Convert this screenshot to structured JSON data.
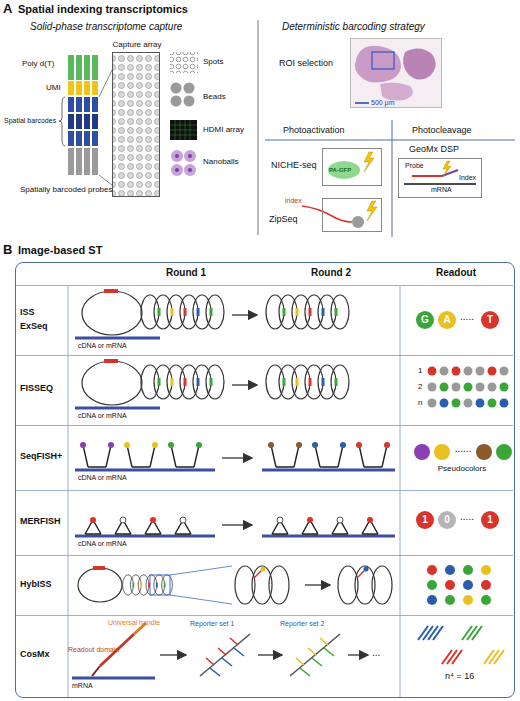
{
  "diagram": {
    "nodes": [
      {
        "text": [
          "Capture array"
        ]
      },
      {
        "text": [
          "ROI selection"
        ]
      },
      {
        "text": [
          "NICHE-seq",
          "PA-GFP"
        ]
      },
      {
        "text": [
          "ZipSeq",
          "index"
        ]
      },
      {
        "text": [
          "GeoMx DSP",
          "Probe",
          "mRNA",
          "Index"
        ]
      },
      {
        "text": [
          "Round 1",
          "Round 2",
          "Readout"
        ]
      },
      {
        "text": [
          "ISS",
          "ExSeq"
        ],
        "in": 5
      },
      {
        "text": [
          "FISSEQ"
        ],
        "in": 5
      },
      {
        "text": [
          "SeqFISH+"
        ],
        "in": 5
      },
      {
        "text": [
          "MERFISH"
        ],
        "in": 5
      },
      {
        "text": [
          "HybISS"
        ],
        "in": 5
      },
      {
        "text": [
          "CosMx"
        ],
        "in": 5
      }
    ],
    "labels": [
      "A",
      "Spatial indexing transcriptomics",
      "Solid-phase transcriptome capture",
      "Poly d(T)",
      "UMI",
      "Spatial barcodes",
      "Spatially barcoded probes",
      "Spots",
      "Beads",
      "HDMI array",
      "Nanoballs",
      "Deterministic barcoding strategy",
      "500 μm",
      "Photoactivation",
      "Photocleavage",
      "B",
      "Image-based ST",
      "cDNA or mRNA",
      "G",
      "A",
      ".....",
      "T",
      "cDNA or mRNA",
      "1",
      "2",
      "n",
      "cDNA or mRNA",
      "......",
      "Pseudocolors",
      "cDNA or mRNA",
      "1",
      "0",
      ".....",
      "1",
      "mRNA",
      "Universal handle",
      "Readout domain",
      "Reporter set 1",
      "Reporter set 2",
      "...",
      "n⁴ = 16"
    ]
  }
}
